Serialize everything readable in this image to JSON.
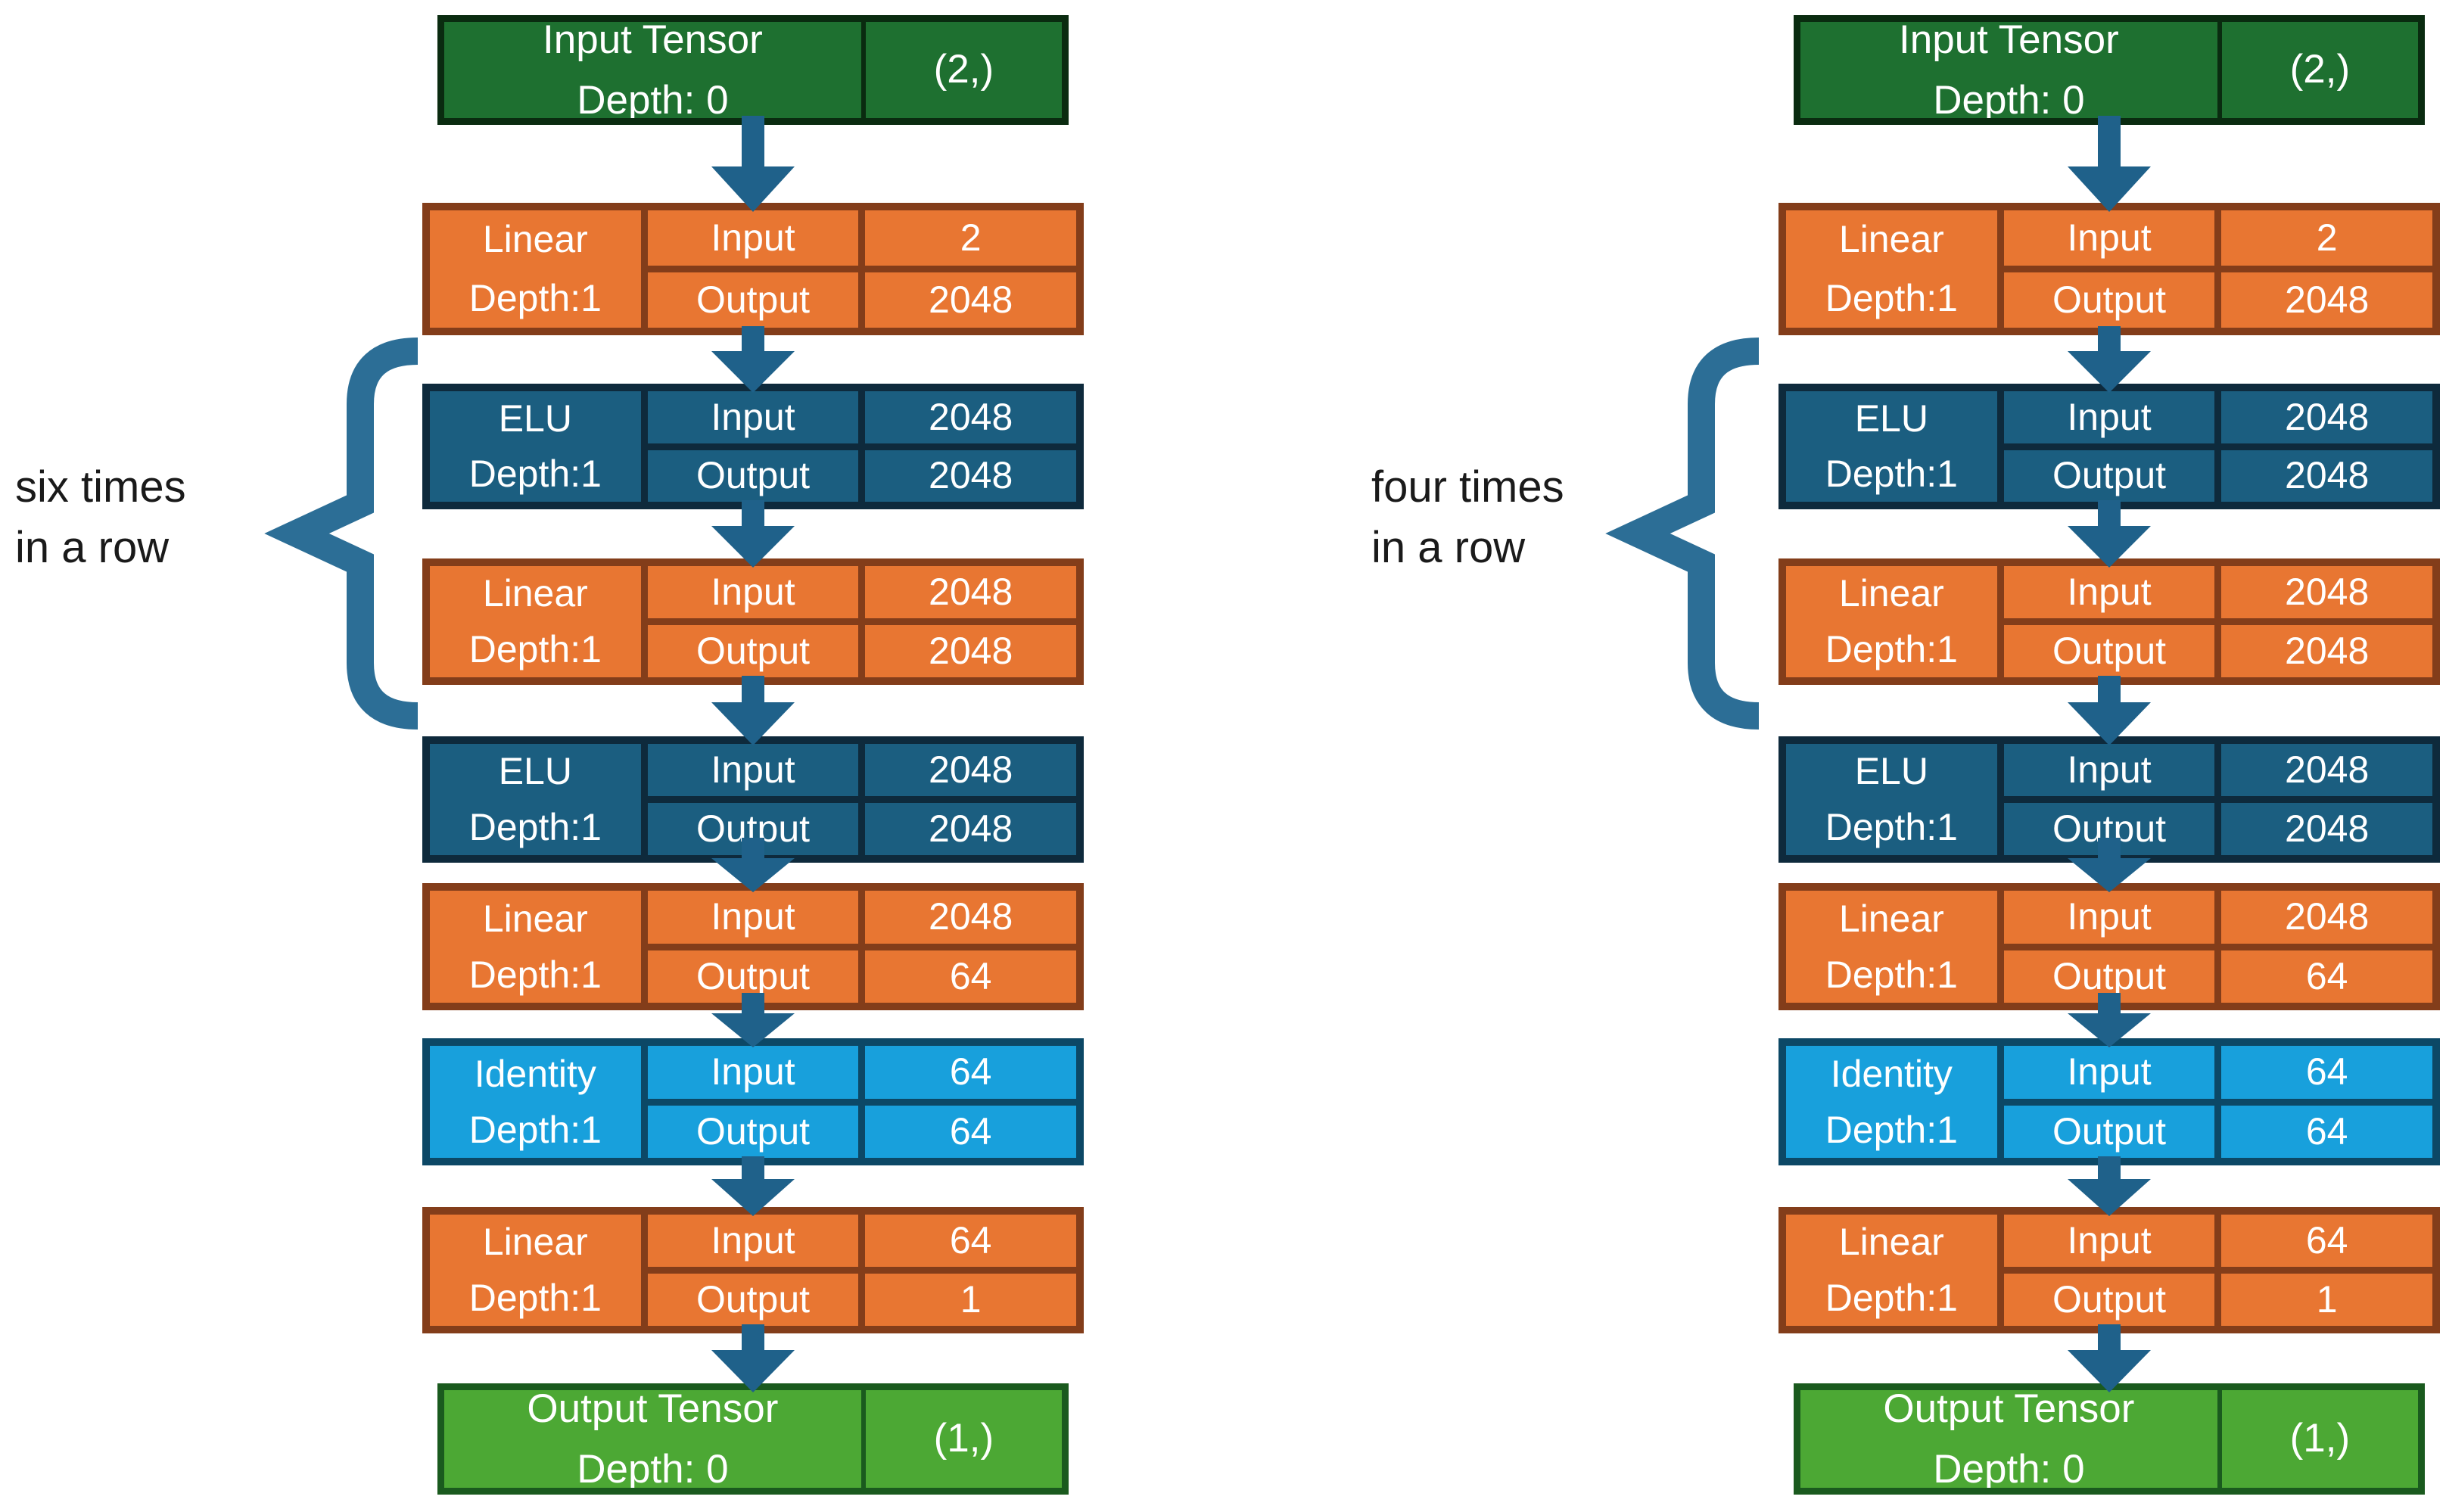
{
  "colors": {
    "background": "#ffffff",
    "arrow": "#1F618A",
    "brace": "#2C6E96",
    "note_text": "#1A1A1A",
    "block_text": "#FFFFFF",
    "variants": {
      "tensor_input": {
        "fill": "#1E7030",
        "border": "#0A2B10"
      },
      "tensor_output": {
        "fill": "#4CA834",
        "border": "#1A5A1E"
      },
      "linear": {
        "fill": "#E87632",
        "border": "#833D1A"
      },
      "elu": {
        "fill": "#1B5E80",
        "border": "#0E2A3C"
      },
      "identity": {
        "fill": "#18A0DC",
        "border": "#0C4866"
      }
    }
  },
  "columns": [
    {
      "id": "left",
      "repeat_note": {
        "line1": "six times",
        "line2": "in a row"
      },
      "blocks": [
        {
          "kind": "tensor",
          "variant": "tensor_input",
          "title": "Input Tensor",
          "depth": "Depth: 0",
          "shape": "(2,)"
        },
        {
          "kind": "layer",
          "variant": "linear",
          "name": "Linear",
          "depth": "Depth:1",
          "io_labels": [
            "Input",
            "Output"
          ],
          "input": "2",
          "output": "2048"
        },
        {
          "kind": "layer",
          "variant": "elu",
          "name": "ELU",
          "depth": "Depth:1",
          "io_labels": [
            "Input",
            "Output"
          ],
          "input": "2048",
          "output": "2048",
          "in_repeat": true
        },
        {
          "kind": "layer",
          "variant": "linear",
          "name": "Linear",
          "depth": "Depth:1",
          "io_labels": [
            "Input",
            "Output"
          ],
          "input": "2048",
          "output": "2048",
          "in_repeat": true
        },
        {
          "kind": "layer",
          "variant": "elu",
          "name": "ELU",
          "depth": "Depth:1",
          "io_labels": [
            "Input",
            "Output"
          ],
          "input": "2048",
          "output": "2048"
        },
        {
          "kind": "layer",
          "variant": "linear",
          "name": "Linear",
          "depth": "Depth:1",
          "io_labels": [
            "Input",
            "Output"
          ],
          "input": "2048",
          "output": "64"
        },
        {
          "kind": "layer",
          "variant": "identity",
          "name": "Identity",
          "depth": "Depth:1",
          "io_labels": [
            "Input",
            "Output"
          ],
          "input": "64",
          "output": "64"
        },
        {
          "kind": "layer",
          "variant": "linear",
          "name": "Linear",
          "depth": "Depth:1",
          "io_labels": [
            "Input",
            "Output"
          ],
          "input": "64",
          "output": "1"
        },
        {
          "kind": "tensor",
          "variant": "tensor_output",
          "title": "Output Tensor",
          "depth": "Depth: 0",
          "shape": "(1,)"
        }
      ]
    },
    {
      "id": "right",
      "repeat_note": {
        "line1": "four times",
        "line2": "in a row"
      },
      "blocks": [
        {
          "kind": "tensor",
          "variant": "tensor_input",
          "title": "Input Tensor",
          "depth": "Depth: 0",
          "shape": "(2,)"
        },
        {
          "kind": "layer",
          "variant": "linear",
          "name": "Linear",
          "depth": "Depth:1",
          "io_labels": [
            "Input",
            "Output"
          ],
          "input": "2",
          "output": "2048"
        },
        {
          "kind": "layer",
          "variant": "elu",
          "name": "ELU",
          "depth": "Depth:1",
          "io_labels": [
            "Input",
            "Output"
          ],
          "input": "2048",
          "output": "2048",
          "in_repeat": true
        },
        {
          "kind": "layer",
          "variant": "linear",
          "name": "Linear",
          "depth": "Depth:1",
          "io_labels": [
            "Input",
            "Output"
          ],
          "input": "2048",
          "output": "2048",
          "in_repeat": true
        },
        {
          "kind": "layer",
          "variant": "elu",
          "name": "ELU",
          "depth": "Depth:1",
          "io_labels": [
            "Input",
            "Output"
          ],
          "input": "2048",
          "output": "2048"
        },
        {
          "kind": "layer",
          "variant": "linear",
          "name": "Linear",
          "depth": "Depth:1",
          "io_labels": [
            "Input",
            "Output"
          ],
          "input": "2048",
          "output": "64"
        },
        {
          "kind": "layer",
          "variant": "identity",
          "name": "Identity",
          "depth": "Depth:1",
          "io_labels": [
            "Input",
            "Output"
          ],
          "input": "64",
          "output": "64"
        },
        {
          "kind": "layer",
          "variant": "linear",
          "name": "Linear",
          "depth": "Depth:1",
          "io_labels": [
            "Input",
            "Output"
          ],
          "input": "64",
          "output": "1"
        },
        {
          "kind": "tensor",
          "variant": "tensor_output",
          "title": "Output Tensor",
          "depth": "Depth: 0",
          "shape": "(1,)"
        }
      ]
    }
  ]
}
